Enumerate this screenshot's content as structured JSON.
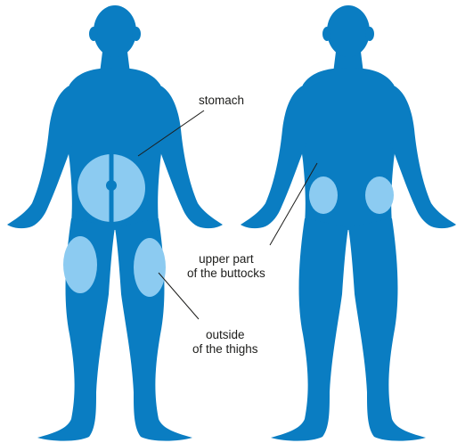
{
  "colors": {
    "body": "#0a7dc2",
    "injection_area": "#8ccbf1",
    "leader_line": "#1d1d1b",
    "label_text": "#1d1d1b"
  },
  "labels": {
    "stomach": "stomach",
    "buttocks_line1": "upper part",
    "buttocks_line2": "of the buttocks",
    "thighs_line1": "outside",
    "thighs_line2": "of the thighs"
  }
}
